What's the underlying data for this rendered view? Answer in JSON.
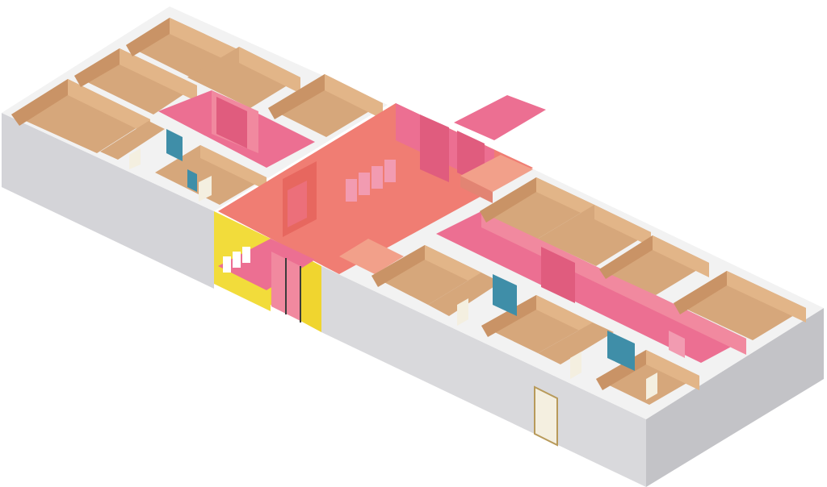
{
  "diagram": {
    "type": "isometric-floor-plan",
    "labels": [],
    "colors": {
      "background": "#ffffff",
      "exterior_wall": "#d9d9dc",
      "exterior_wall_dark": "#c6c6ca",
      "wall_top": "#f3f3f3",
      "room_floor": "#d6a77b",
      "room_wall": "#e2b588",
      "room_wall_dark": "#c99366",
      "corridor_pink": "#ec6f92",
      "corridor_pink_light": "#f1899f",
      "lobby_coral": "#f07d73",
      "lobby_coral_dark": "#e7675f",
      "entrance_yellow": "#f2dc3b",
      "glass": "#3f8ea8",
      "door_cream": "#f4efe0",
      "door_frame": "#3c3c3c"
    },
    "zones": [
      {
        "id": "upper-wing-rooms",
        "kind": "room-block"
      },
      {
        "id": "upper-corridor",
        "kind": "corridor"
      },
      {
        "id": "central-lobby",
        "kind": "waiting-area"
      },
      {
        "id": "entrance-vestibule",
        "kind": "entrance"
      },
      {
        "id": "exterior-walkway",
        "kind": "walkway"
      },
      {
        "id": "lower-corridor",
        "kind": "corridor"
      },
      {
        "id": "lower-wing-rooms",
        "kind": "room-block"
      }
    ],
    "furniture": {
      "lobby_chairs": 4,
      "entrance_chairs": 3
    }
  }
}
